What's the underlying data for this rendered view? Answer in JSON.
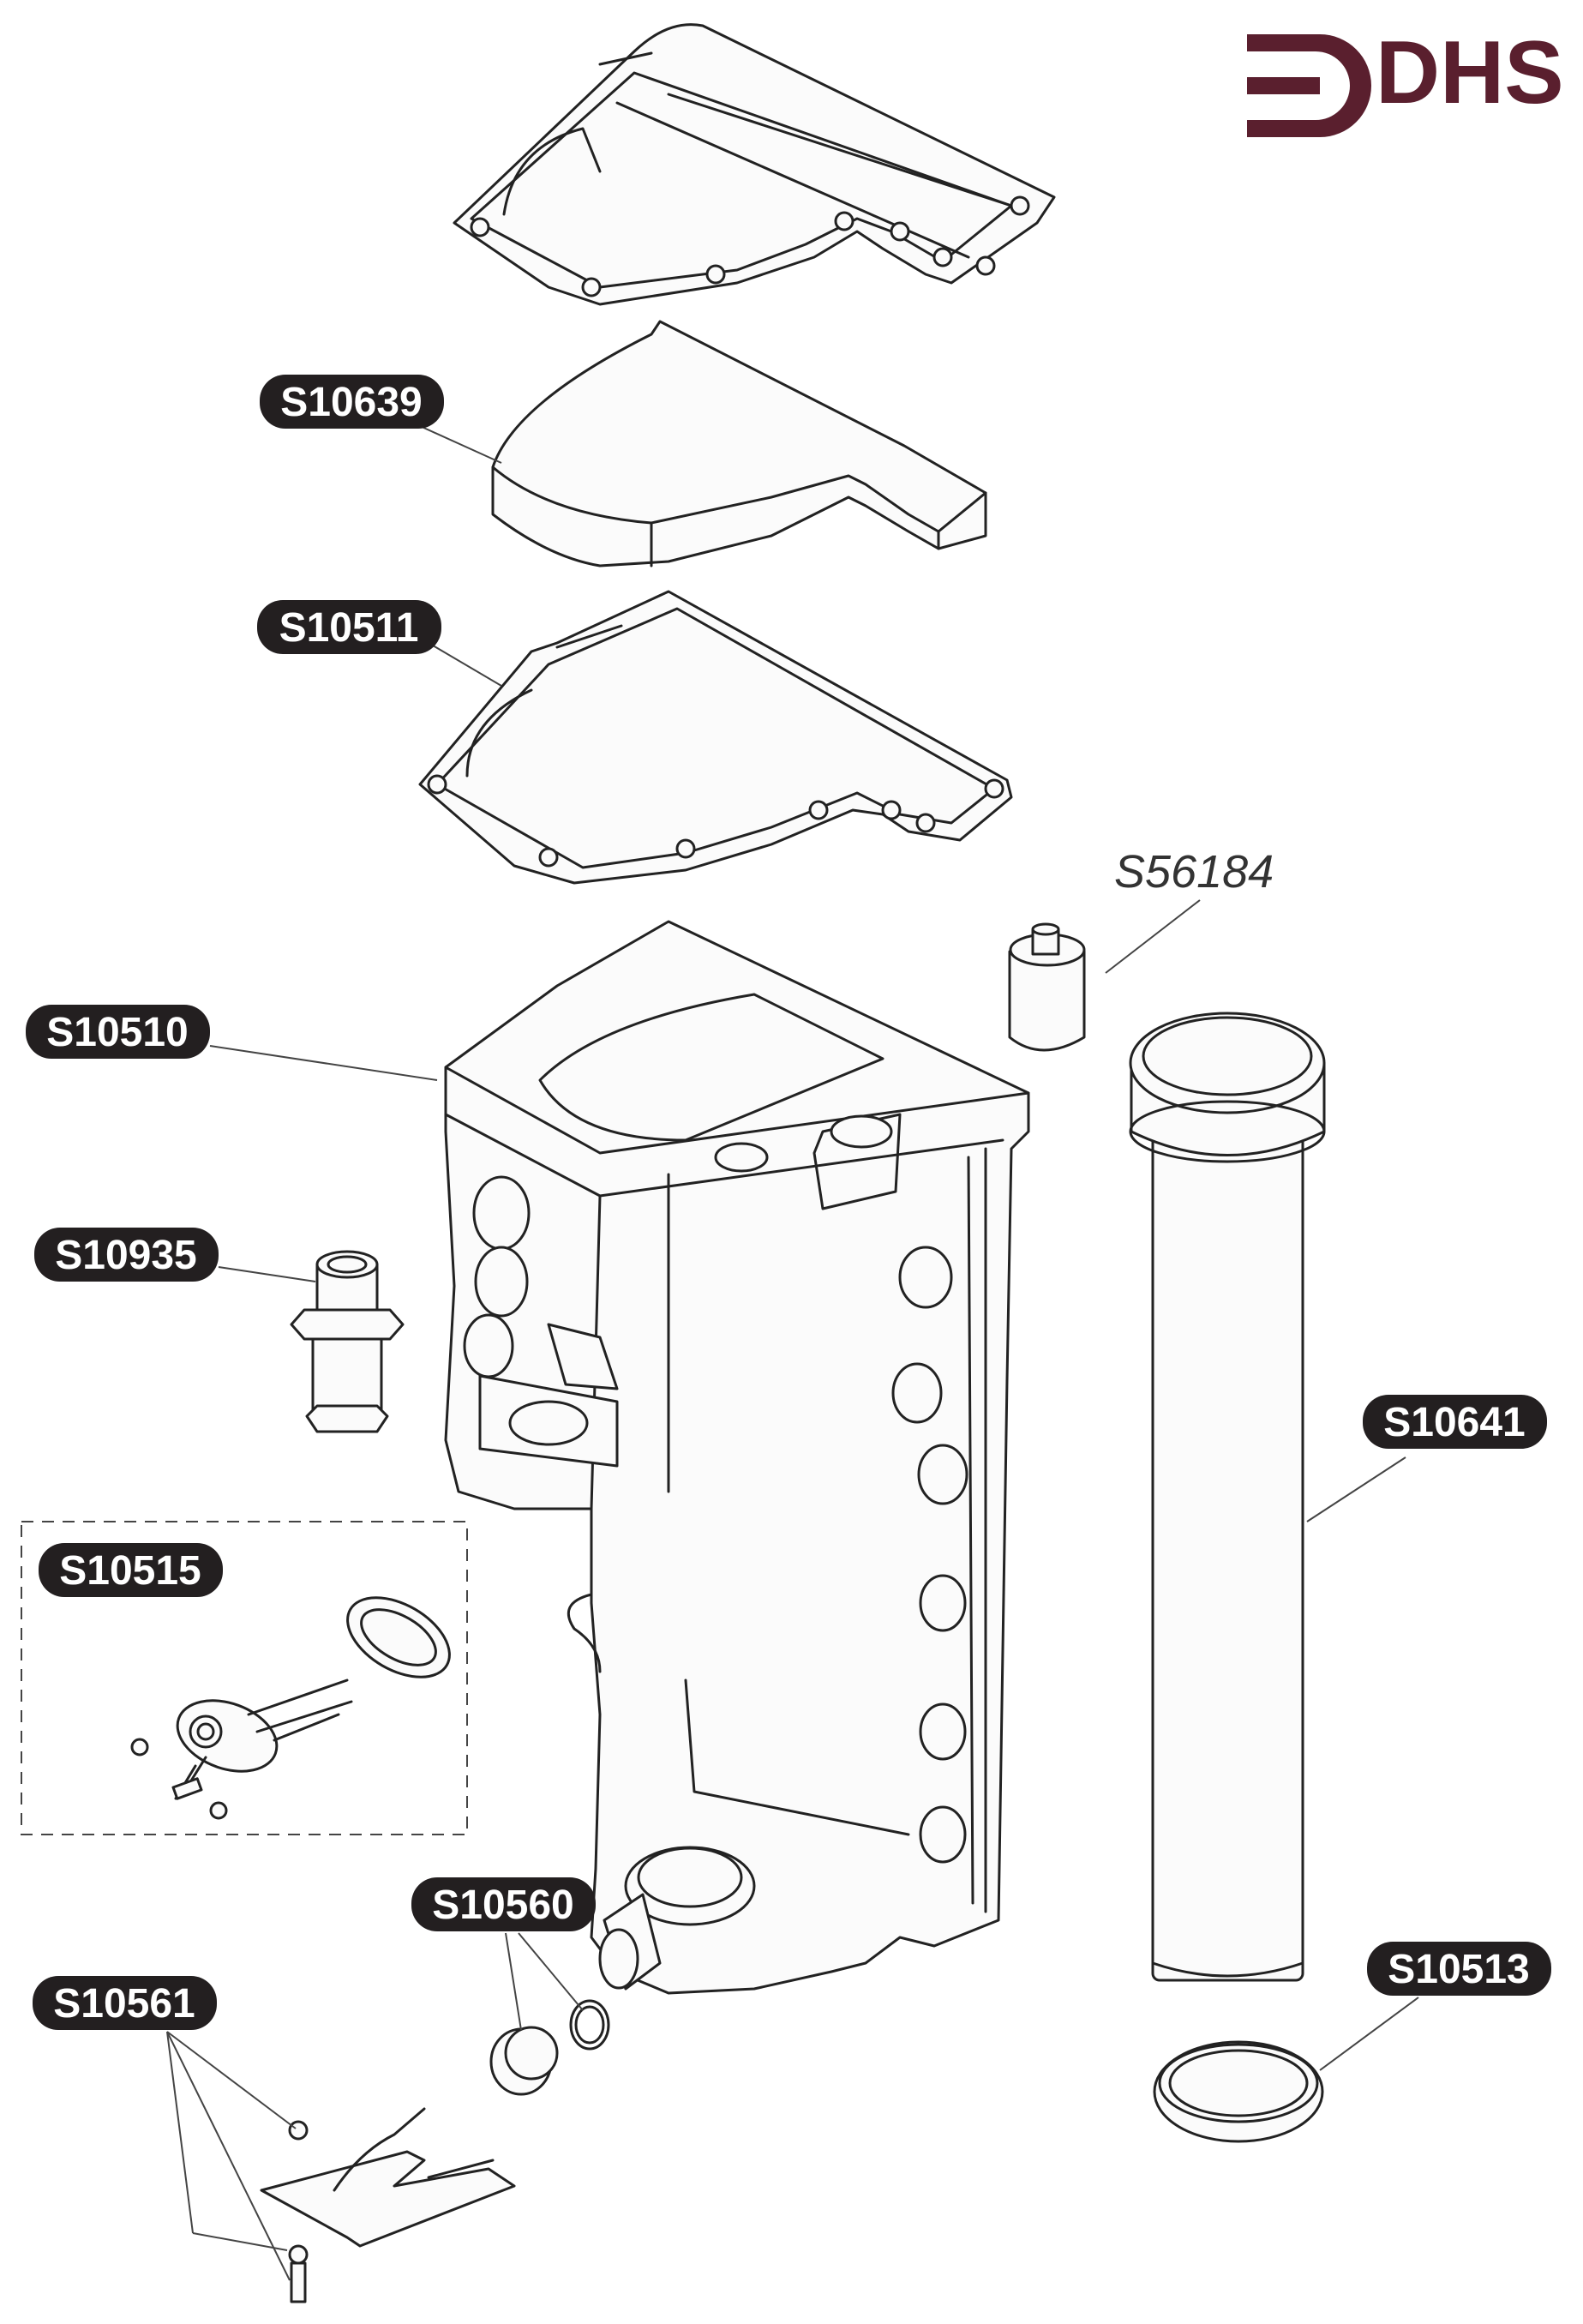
{
  "logo": {
    "text": "DHS",
    "color": "#5a1f2e"
  },
  "label_style": {
    "pill_bg": "#231f20",
    "pill_text": "#ffffff"
  },
  "labels": [
    {
      "id": "S10639",
      "text": "S10639",
      "style": "pill"
    },
    {
      "id": "S10511",
      "text": "S10511",
      "style": "pill"
    },
    {
      "id": "S56184",
      "text": "S56184",
      "style": "italic"
    },
    {
      "id": "S10510",
      "text": "S10510",
      "style": "pill"
    },
    {
      "id": "S10935",
      "text": "S10935",
      "style": "pill"
    },
    {
      "id": "S10641",
      "text": "S10641",
      "style": "pill"
    },
    {
      "id": "S10515",
      "text": "S10515",
      "style": "pill"
    },
    {
      "id": "S10560",
      "text": "S10560",
      "style": "pill"
    },
    {
      "id": "S10513",
      "text": "S10513",
      "style": "pill"
    },
    {
      "id": "S10561",
      "text": "S10561",
      "style": "pill"
    }
  ],
  "parts": [
    "top-cover",
    "insulation-pad",
    "cover-gasket",
    "air-vent",
    "heat-exchanger-body",
    "pipe-connector",
    "flue-pipe",
    "electrode-kit",
    "drain-cap",
    "pipe-seal-ring",
    "bracket-clip"
  ]
}
